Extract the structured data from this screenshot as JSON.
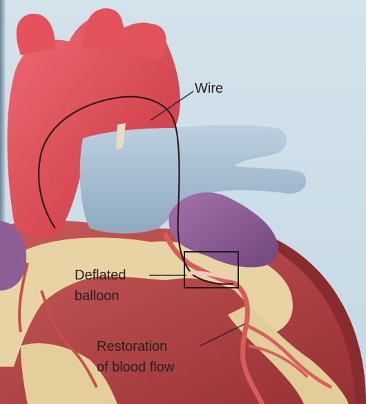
{
  "labels": {
    "wire": "Wire",
    "deflated": "Deflated",
    "balloon": "balloon",
    "restoration": "Restoration",
    "blood_flow": "of blood flow"
  },
  "colors": {
    "background": "#c9dbe6",
    "aorta": "#e04a55",
    "vena_cava": "#a9c2d6",
    "atrium": "#8a5a93",
    "fat": "#e6d2a0",
    "myocardium": "#b84a4c",
    "wire": "#2b1a1a",
    "label_text": "#222222"
  }
}
